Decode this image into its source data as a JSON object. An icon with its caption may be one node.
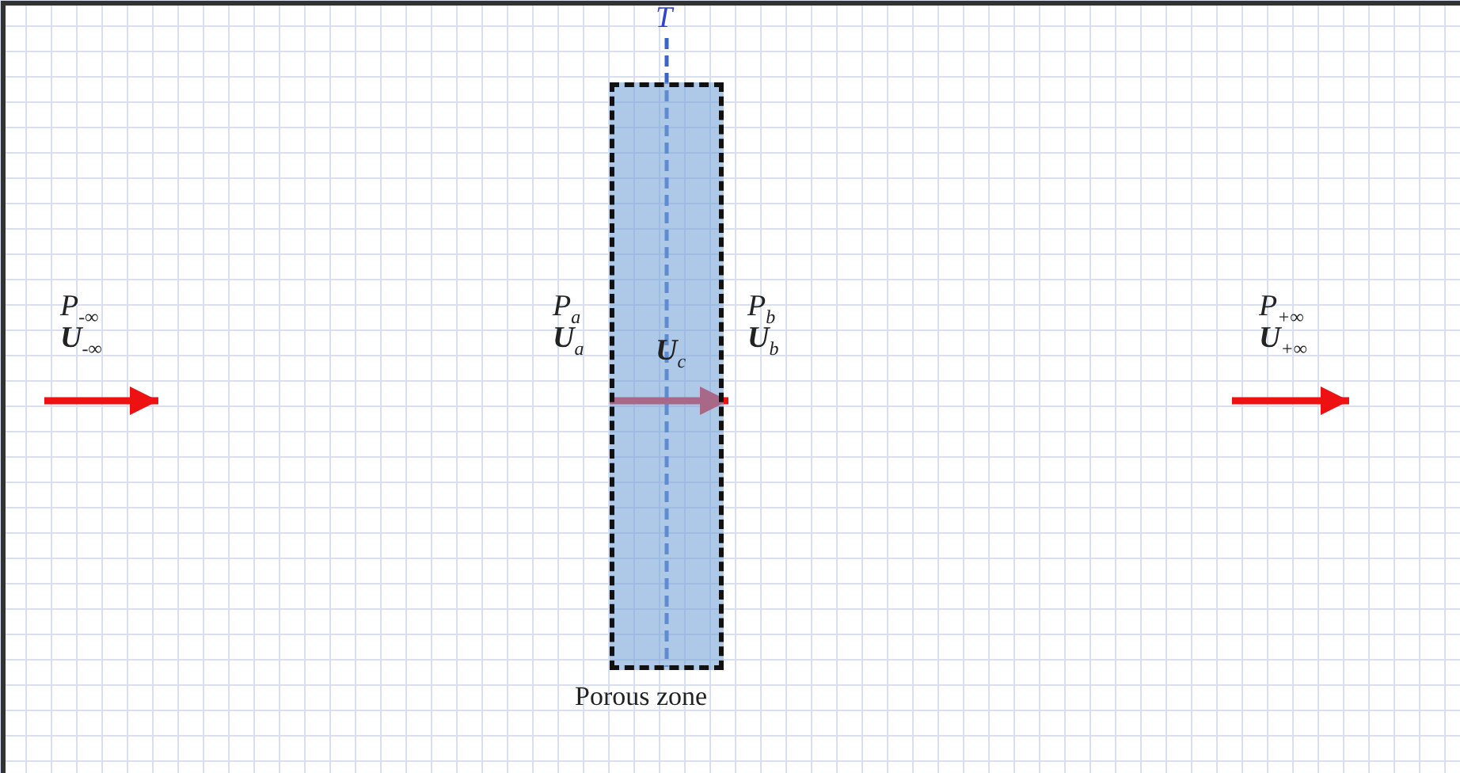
{
  "diagram": {
    "nodes": [
      {
        "text": [
          "Porous zone"
        ]
      }
    ],
    "labels": [
      "*T*",
      "*P*$_{-∞}$",
      "**U**$_{-∞}$",
      "*P*$_{a}$",
      "**U**$_{a}$",
      "**U**$_{c}$",
      "*P*$_{b}$",
      "**U**$_{b}$",
      "*P*$_{+∞}$",
      "**U**$_{+∞}$"
    ]
  }
}
